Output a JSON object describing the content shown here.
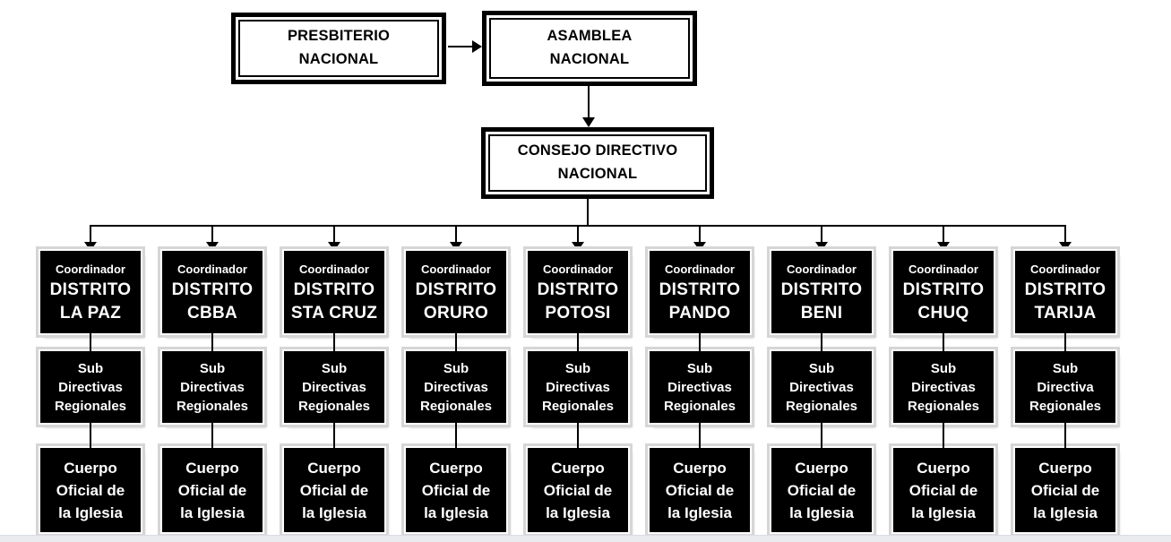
{
  "top_boxes": {
    "presbiterio": "PRESBITERIO\nNACIONAL",
    "asamblea": "ASAMBLEA\nNACIONAL",
    "consejo": "CONSEJO DIRECTIVO\nNACIONAL"
  },
  "district_columns": [
    {
      "role": "Coordinador",
      "org": "DISTRITO",
      "name": "LA PAZ",
      "sub": "Sub\nDirectivas\nRegionales",
      "body": "Cuerpo\nOficial de\nla Iglesia"
    },
    {
      "role": "Coordinador",
      "org": "DISTRITO",
      "name": "CBBA",
      "sub": "Sub\nDirectivas\nRegionales",
      "body": "Cuerpo\nOficial de\nla Iglesia"
    },
    {
      "role": "Coordinador",
      "org": "DISTRITO",
      "name": "STA CRUZ",
      "sub": "Sub\nDirectivas\nRegionales",
      "body": "Cuerpo\nOficial de\nla Iglesia"
    },
    {
      "role": "Coordinador",
      "org": "DISTRITO",
      "name": "ORURO",
      "sub": "Sub\nDirectivas\nRegionales",
      "body": "Cuerpo\nOficial de\nla Iglesia"
    },
    {
      "role": "Coordinador",
      "org": "DISTRITO",
      "name": "POTOSI",
      "sub": "Sub\nDirectivas\nRegionales",
      "body": "Cuerpo\nOficial de\nla Iglesia"
    },
    {
      "role": "Coordinador",
      "org": "DISTRITO",
      "name": "PANDO",
      "sub": "Sub\nDirectivas\nRegionales",
      "body": "Cuerpo\nOficial de\nla Iglesia"
    },
    {
      "role": "Coordinador",
      "org": "DISTRITO",
      "name": "BENI",
      "sub": "Sub\nDirectivas\nRegionales",
      "body": "Cuerpo\nOficial de\nla Iglesia"
    },
    {
      "role": "Coordinador",
      "org": "DISTRITO",
      "name": "CHUQ",
      "sub": "Sub\nDirectivas\nRegionales",
      "body": "Cuerpo\nOficial de\nla Iglesia"
    },
    {
      "role": "Coordinador",
      "org": "DISTRITO",
      "name": "TARIJA",
      "sub": "Sub\nDirectiva\nRegionales",
      "body": "Cuerpo\nOficial de\nla Iglesia"
    }
  ],
  "colors": {
    "node_fill": "#000000",
    "node_text": "#ffffff",
    "connector": "#000000",
    "frame_shadow": "#d6d6d6",
    "background": "#ffffff"
  }
}
